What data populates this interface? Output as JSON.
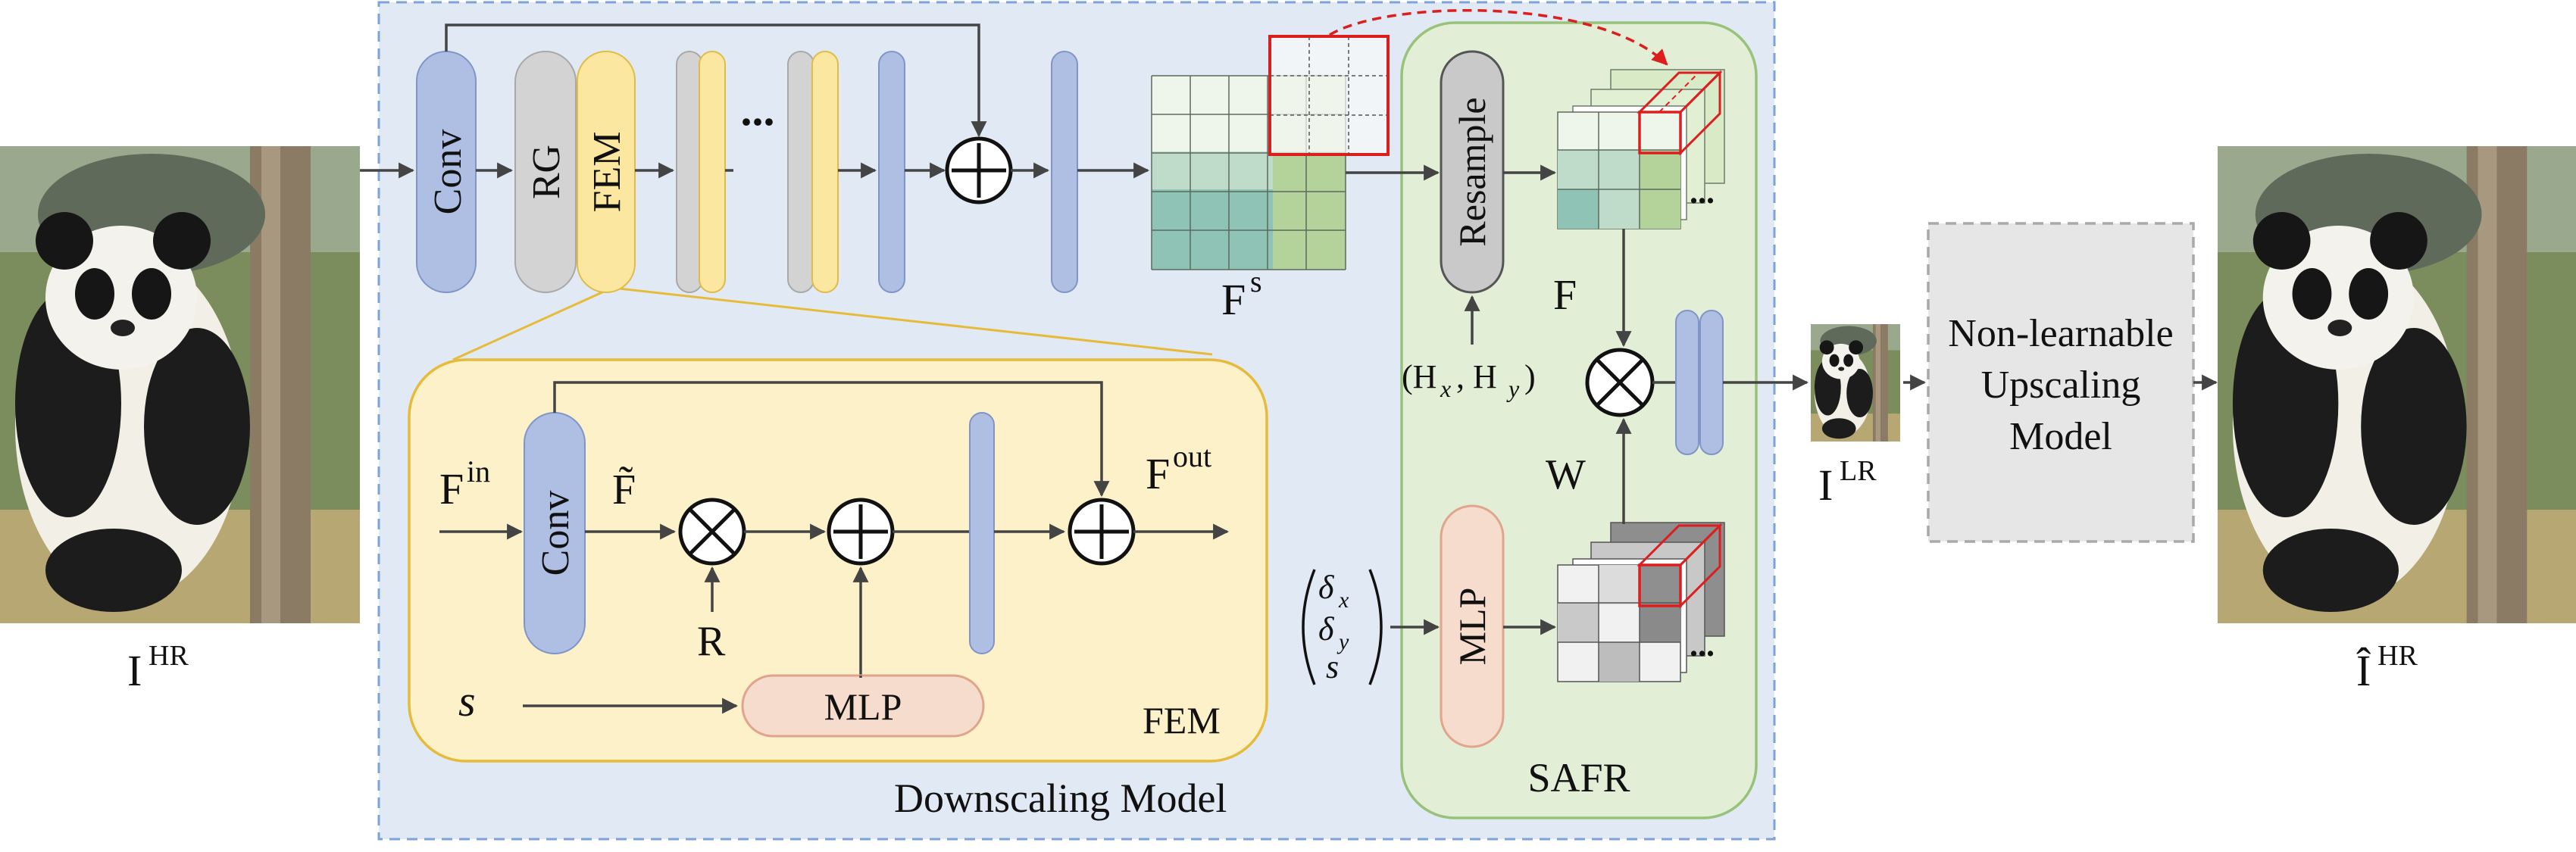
{
  "labels": {
    "input_image": "I",
    "input_image_sup": "HR",
    "conv": "Conv",
    "rg": "RG",
    "fem_block": "FEM",
    "dots": "...",
    "feature_s": "F",
    "feature_s_sup": "s",
    "resample": "Resample",
    "hxy_open": "(H",
    "hx_sub": "x",
    "hxy_comma": ", H",
    "hy_sub": "y",
    "hxy_close": ")",
    "feature_f": "F",
    "weight_w": "W",
    "safr_mlp": "MLP",
    "delta_x": "δ",
    "delta_x_sub": "x",
    "delta_y": "δ",
    "delta_y_sub": "y",
    "scale_s": "s",
    "safr": "SAFR",
    "lr_image": "I",
    "lr_image_sup": "LR",
    "upscale_line1": "Non-learnable",
    "upscale_line2": "Upscaling",
    "upscale_line3": "Model",
    "output_image": "Î",
    "output_image_sup": "HR",
    "fem_fin": "F",
    "fem_fin_sup": "in",
    "fem_conv": "Conv",
    "fem_ftilde": "F̃",
    "fem_r": "R",
    "fem_s": "s",
    "fem_mlp": "MLP",
    "fem_fout": "F",
    "fem_fout_sup": "out",
    "fem_panel": "FEM",
    "downscaling": "Downscaling Model"
  },
  "colors": {
    "outer_fill": "#e1e9f5",
    "outer_stroke": "#7ea3d8",
    "conv_fill": "#aebfe3",
    "rg_fill": "#d3d3d3",
    "fem_fill": "#fbe7a0",
    "fem_panel_fill": "#fdf1c9",
    "fem_panel_stroke": "#e6bb3a",
    "safr_fill": "#e2efd6",
    "safr_stroke": "#98c27a",
    "mlp_fill": "#f6dccc",
    "upscale_fill": "#e6e6e6",
    "highlight": "#dd1e1e"
  },
  "icons": [
    "panda-hr-image",
    "panda-lr-image",
    "panda-output-image",
    "plus-operator-icon",
    "times-operator-icon"
  ]
}
